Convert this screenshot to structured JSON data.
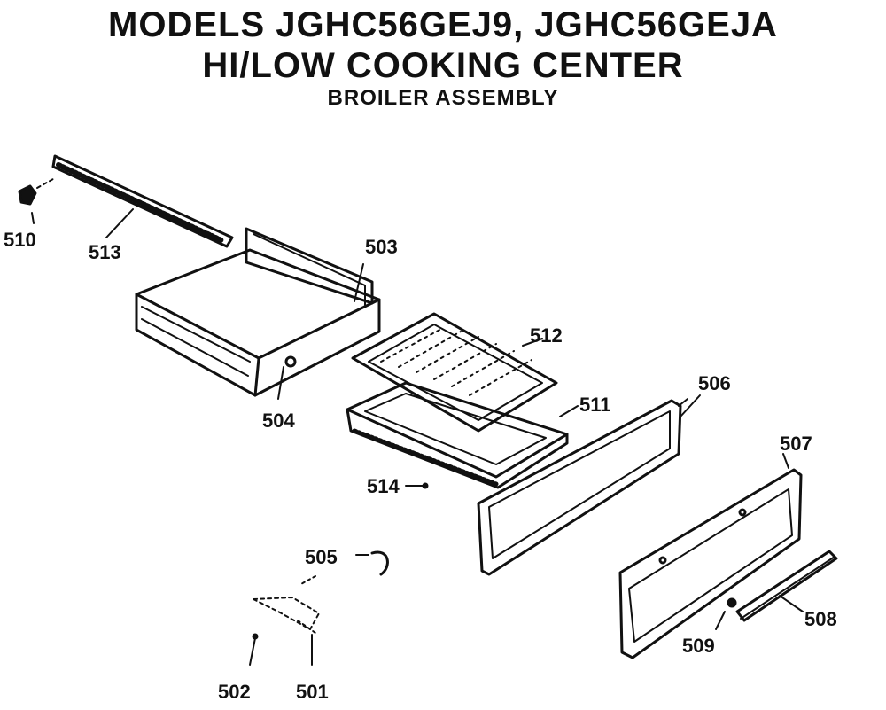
{
  "header": {
    "line1": "MODELS JGHC56GEJ9, JGHC56GEJA",
    "line2": "HI/LOW COOKING CENTER",
    "line3": "BROILER ASSEMBLY"
  },
  "parts": [
    {
      "id": "510",
      "name": "screw"
    },
    {
      "id": "513",
      "name": "rail"
    },
    {
      "id": "503",
      "name": "broiler-drawer"
    },
    {
      "id": "504",
      "name": "drawer-screw"
    },
    {
      "id": "512",
      "name": "broiler-grid"
    },
    {
      "id": "511",
      "name": "broiler-pan"
    },
    {
      "id": "514",
      "name": "pan-clip"
    },
    {
      "id": "506",
      "name": "drawer-front-inner"
    },
    {
      "id": "507",
      "name": "drawer-front-outer"
    },
    {
      "id": "509",
      "name": "front-screw"
    },
    {
      "id": "508",
      "name": "handle-trim"
    },
    {
      "id": "505",
      "name": "spring-clip"
    },
    {
      "id": "502",
      "name": "bracket-screw"
    },
    {
      "id": "501",
      "name": "bracket"
    }
  ]
}
